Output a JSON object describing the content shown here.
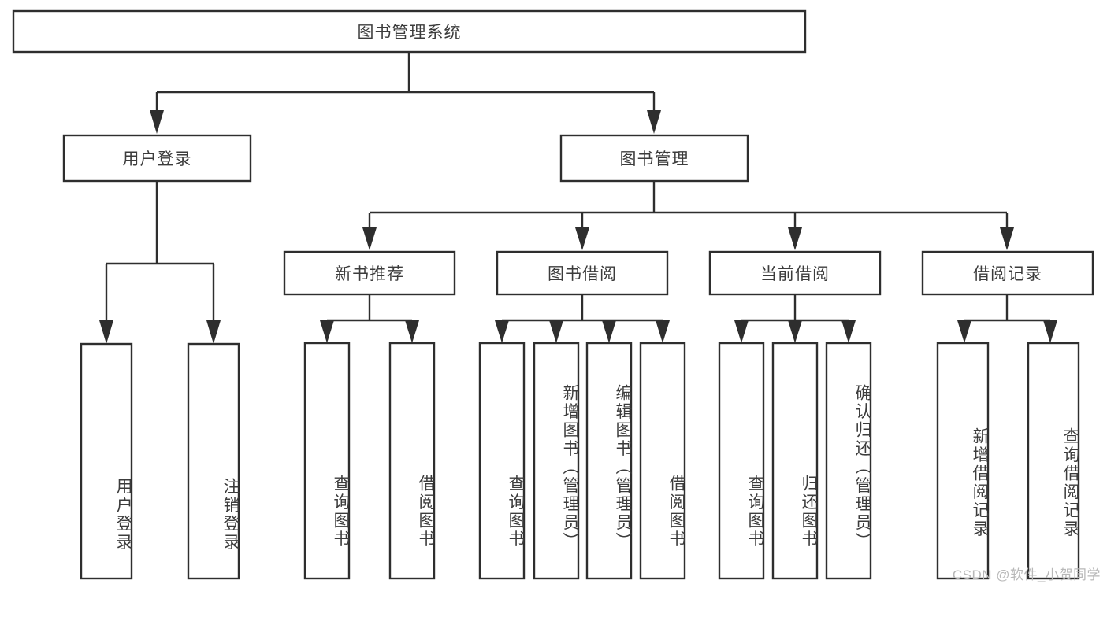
{
  "diagram": {
    "title": "图书管理系统",
    "watermark": "CSDN @软件_小贺同学",
    "colors": {
      "stroke": "#2e2e2e",
      "box_fill": "#ffffff",
      "text": "#3c3c3c",
      "background": "#ffffff",
      "watermark": "#b8b8b8"
    },
    "root": {
      "label": "图书管理系统"
    },
    "level2": [
      {
        "label": "用户登录"
      },
      {
        "label": "图书管理"
      }
    ],
    "level3": [
      {
        "label": "新书推荐"
      },
      {
        "label": "图书借阅"
      },
      {
        "label": "当前借阅"
      },
      {
        "label": "借阅记录"
      }
    ],
    "leaves": {
      "user_login": [
        {
          "label": "用户登录"
        },
        {
          "label": "注销登录"
        }
      ],
      "new_book_recommend": [
        {
          "label": "查询图书"
        },
        {
          "label": "借阅图书"
        }
      ],
      "book_borrow": [
        {
          "label": "查询图书"
        },
        {
          "label": "新增图书（管理员）"
        },
        {
          "label": "编辑图书（管理员）"
        },
        {
          "label": "借阅图书"
        }
      ],
      "current_borrow": [
        {
          "label": "查询图书"
        },
        {
          "label": "归还图书"
        },
        {
          "label": "确认归还（管理员）"
        }
      ],
      "borrow_record": [
        {
          "label": "新增借阅记录"
        },
        {
          "label": "查询借阅记录"
        }
      ]
    }
  }
}
